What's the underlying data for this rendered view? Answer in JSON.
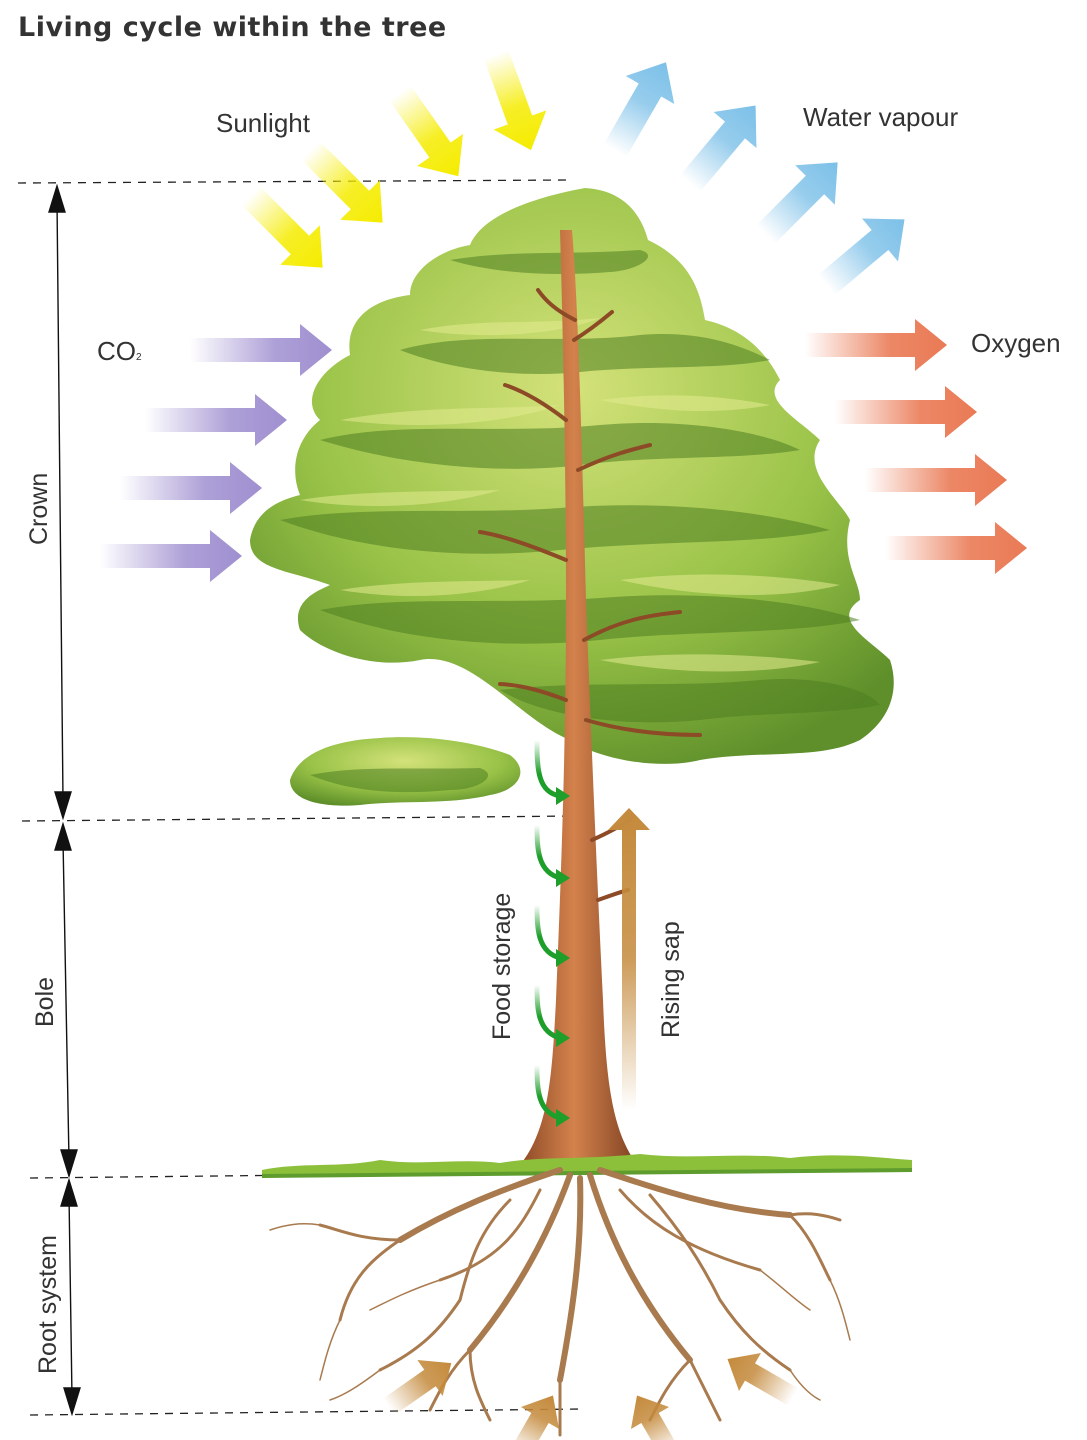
{
  "title": "Living cycle within the tree",
  "labels": {
    "sunlight": "Sunlight",
    "water_vapour": "Water vapour",
    "co2": "CO",
    "co2_subscript": "2",
    "oxygen": "Oxygen",
    "crown": "Crown",
    "bole": "Bole",
    "root_system": "Root system",
    "food_storage": "Food storage",
    "rising_sap": "Rising sap"
  },
  "colors": {
    "sunlight": "#f5ec00",
    "water_vapour": "#7cc0e8",
    "co2": "#9f8fd0",
    "oxygen": "#ea7a55",
    "food_storage": "#1e9e2a",
    "rising_sap": "#c48a3c",
    "trunk": "#c06a3c",
    "foliage": "#8cbf3a",
    "grass": "#5e9c2e",
    "roots": "#a87a4e"
  }
}
